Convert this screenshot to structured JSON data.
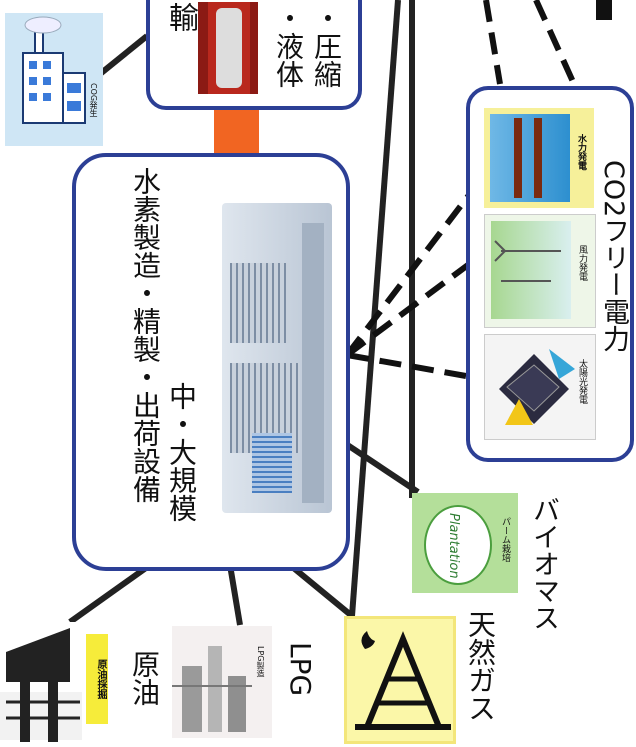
{
  "hub": {
    "title_line1": "中・大規模",
    "title_line2": "水素製造・精製・出荷設備"
  },
  "transport": {
    "title_partial": "輸",
    "item1": "・液体",
    "item2": "・圧縮"
  },
  "cog": {
    "label": "COG発生"
  },
  "co2free": {
    "title": "CO2フリー電力",
    "solar": "太陽光発電",
    "wind": "風力発電",
    "hydro": "水力発電"
  },
  "biomass": {
    "title": "バイオマス",
    "caption": "パーム栽培",
    "logo": "Plantation"
  },
  "sources": {
    "crude": {
      "name": "原油",
      "caption": "原油採掘"
    },
    "lpg": {
      "name": "LPG",
      "caption": "LPG製造"
    },
    "gas": {
      "name": "天然ガス"
    }
  },
  "colors": {
    "frame": "#2c3f95",
    "connector": "#f16522",
    "cog_bg": "#cfe6f5",
    "hydro_bg": "#f6f09a",
    "biomass_bg": "#b4df9a",
    "gas_bg": "#fbf7a8"
  }
}
